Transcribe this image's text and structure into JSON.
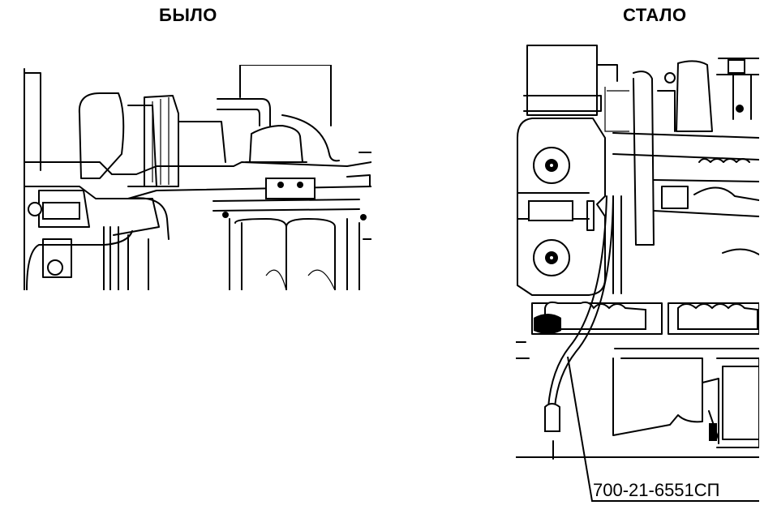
{
  "headings": {
    "before": "БЫЛО",
    "after": "СТАЛО"
  },
  "callout": {
    "part_number": "700-21-6551СП"
  },
  "colors": {
    "line": "#000000",
    "background": "#ffffff"
  }
}
